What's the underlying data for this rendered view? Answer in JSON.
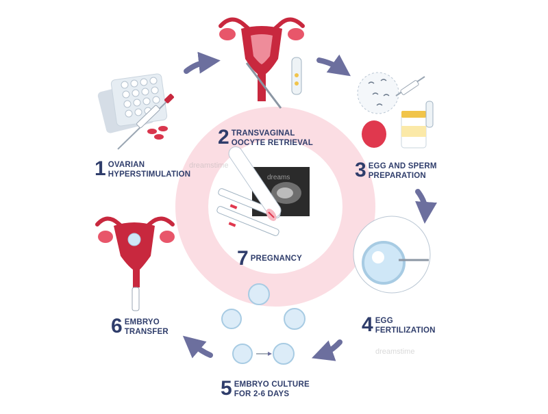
{
  "steps": {
    "s1": {
      "number": "1",
      "line1": "OVARIAN",
      "line2": "HYPERSTIMULATION"
    },
    "s2": {
      "number": "2",
      "line1": "TRANSVAGINAL",
      "line2": "OOCYTE RETRIEVAL"
    },
    "s3": {
      "number": "3",
      "line1": "EGG AND SPERM",
      "line2": "PREPARATION"
    },
    "s4": {
      "number": "4",
      "line1": "EGG",
      "line2": "FERTILIZATION"
    },
    "s5": {
      "number": "5",
      "line1": "EMBRYO CULTURE",
      "line2": "FOR 2-6 DAYS"
    },
    "s6": {
      "number": "6",
      "line1": "EMBRYO",
      "line2": "TRANSFER"
    },
    "s7": {
      "number": "7",
      "line1": "PREGNANCY"
    }
  },
  "ultrasound_text": "dreams",
  "watermark": "dreamstime",
  "colors": {
    "ring": "#fbdde3",
    "arrow": "#6c6f9e",
    "label": "#2f3d6b",
    "uterus": "#c8283e",
    "embryo": "#bfe0f5"
  },
  "icons": [
    "pill-blister-icon",
    "syringe-icon",
    "uterus-icon",
    "test-tube-icon",
    "sperm-dish-icon",
    "sample-cup-icon",
    "egg-cell-icon",
    "embryo-cell-icon",
    "pregnancy-test-icon",
    "ultrasound-icon",
    "cycle-arrow-icon"
  ]
}
